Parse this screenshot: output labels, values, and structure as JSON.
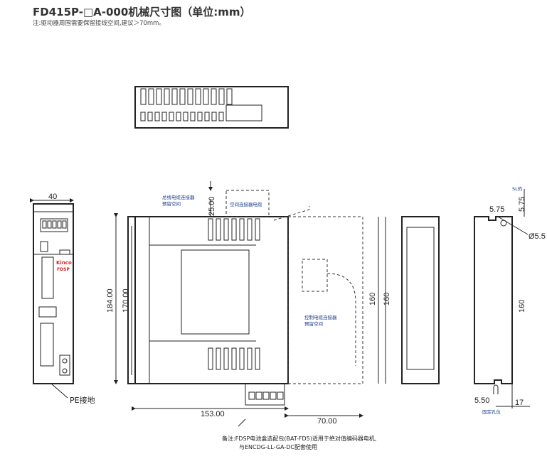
{
  "title": "FD415P-□A-000机械尺寸图（单位:mm）",
  "note": "注:驱动器周围需要保留接线空间,建议＞70mm。",
  "dims": {
    "width_front": "40",
    "h184": "184.00",
    "h170": "170.00",
    "top25": "25.00",
    "depth153": "153.00",
    "clear70": "70.00",
    "h160a": "160",
    "h160b": "160",
    "d575a": "5.75",
    "d575b": "5.75",
    "hole": "Ø5.5",
    "d550": "5.50",
    "d17": "17"
  },
  "labels": {
    "bus_space": [
      "总线电缆连接器",
      "预留空间"
    ],
    "space_cable": "空间连接器电缆",
    "ctrl_space": [
      "控制电缆连接器",
      "预留空间"
    ],
    "pe": "PE接地",
    "sl": "SL的",
    "fix_hole": "固定孔位",
    "brand": "Kinco",
    "brand2": "FDSP"
  },
  "remark": [
    "备注:FDSP电池盒选配包(BAT-FD5)适用于绝对值编码器电机,",
    "与ENCDG-LL-GA-DC配套使用"
  ],
  "colors": {
    "brand": "#d81e1e",
    "annot": "#1a3a8a"
  }
}
